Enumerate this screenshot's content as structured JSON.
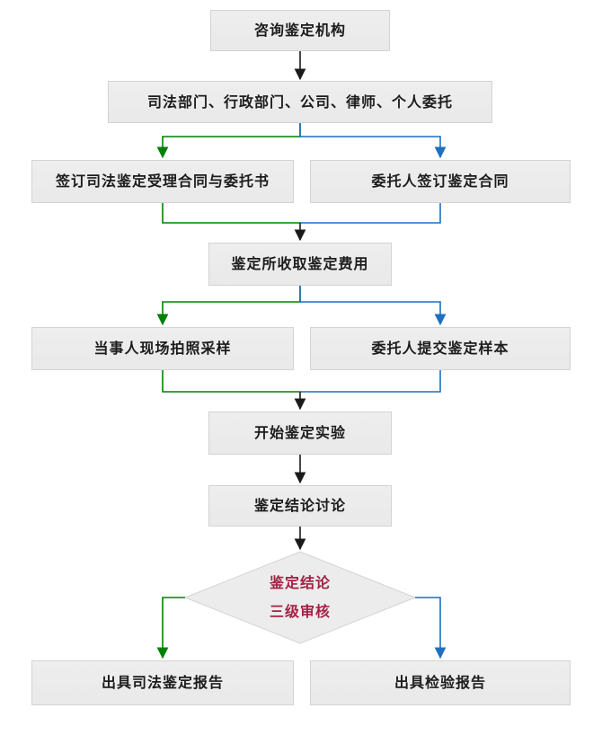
{
  "diagram_type": "flowchart",
  "nodes": {
    "consult": {
      "label": "咨询鉴定机构"
    },
    "entrust": {
      "label": "司法部门、行政部门、公司、律师、个人委托"
    },
    "sign_judicial_contract": {
      "label": "签订司法鉴定受理合同与委托书"
    },
    "client_sign_contract": {
      "label": "委托人签订鉴定合同"
    },
    "collect_fee": {
      "label": "鉴定所收取鉴定费用"
    },
    "onsite_sampling": {
      "label": "当事人现场拍照采样"
    },
    "client_submit_sample": {
      "label": "委托人提交鉴定样本"
    },
    "start_experiment": {
      "label": "开始鉴定实验"
    },
    "conclusion_discussion": {
      "label": "鉴定结论讨论"
    },
    "three_level_review": {
      "line1": "鉴定结论",
      "line2": "三级审核"
    },
    "judicial_report": {
      "label": "出具司法鉴定报告"
    },
    "inspection_report": {
      "label": "出具检验报告"
    }
  },
  "edges": [
    {
      "from": "consult",
      "to": "entrust",
      "color": "black"
    },
    {
      "from": "entrust",
      "to": "sign_judicial_contract",
      "color": "green"
    },
    {
      "from": "entrust",
      "to": "client_sign_contract",
      "color": "blue"
    },
    {
      "from": "sign_judicial_contract",
      "to": "collect_fee",
      "color": "green"
    },
    {
      "from": "client_sign_contract",
      "to": "collect_fee",
      "color": "blue"
    },
    {
      "from": "collect_fee",
      "to": "onsite_sampling",
      "color": "green"
    },
    {
      "from": "collect_fee",
      "to": "client_submit_sample",
      "color": "blue"
    },
    {
      "from": "onsite_sampling",
      "to": "start_experiment",
      "color": "green"
    },
    {
      "from": "client_submit_sample",
      "to": "start_experiment",
      "color": "blue"
    },
    {
      "from": "start_experiment",
      "to": "conclusion_discussion",
      "color": "black"
    },
    {
      "from": "conclusion_discussion",
      "to": "three_level_review",
      "color": "black"
    },
    {
      "from": "three_level_review",
      "to": "judicial_report",
      "color": "green"
    },
    {
      "from": "three_level_review",
      "to": "inspection_report",
      "color": "blue"
    }
  ],
  "colors": {
    "box_fill": "#e9e9e9",
    "box_border": "#d3d3d3",
    "diamond_fill": "#ececec",
    "node_text": "#1c1c1c",
    "flow_black": "#1a1a1a",
    "branch_green": "#008000",
    "branch_blue": "#1e6fbf",
    "review_text": "#a32245"
  }
}
